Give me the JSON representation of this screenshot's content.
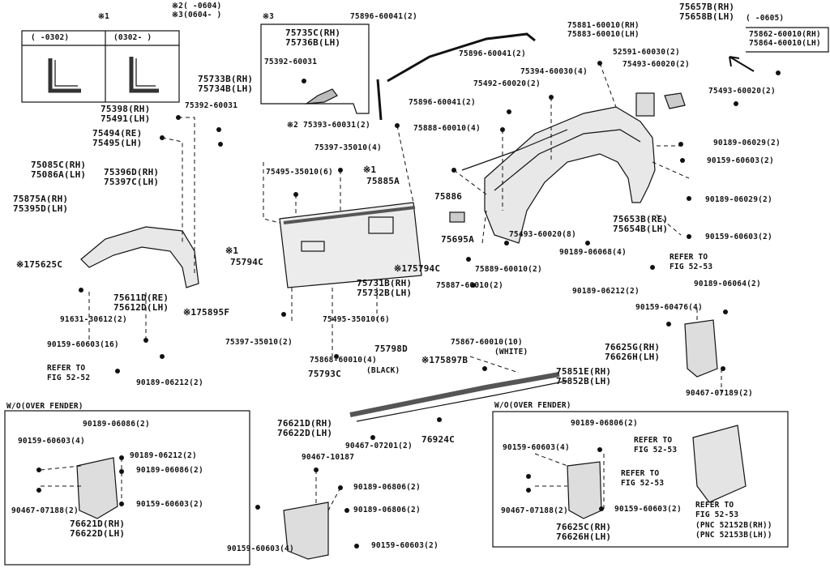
{
  "diagram": {
    "labels": {
      "n1_top": "※1",
      "range_0302a": "(    -0302)",
      "range_0302b": "(0302-    )",
      "n2_top": "※2(    -0604)",
      "n3_top": "※3(0604-    )",
      "n3_box": "※3",
      "p75735": "75735C(RH)",
      "p75736": "75736B(LH)",
      "p75392_box": "75392-60031",
      "p75896_1": "75896-60041(2)",
      "p75896_2": "75896-60041(2)",
      "p75896_3": "75896-60041(2)",
      "p75881": "75881-60010(RH)",
      "p75883": "75883-60010(LH)",
      "p75657": "75657B(RH)",
      "p75658": "75658B(LH)",
      "range_0605": "(    -0605)",
      "p75862": "75862-60010(RH)",
      "p75864": "75864-60010(LH)",
      "p52591": "52591-60030(2)",
      "p75493a": "75493-60020(2)",
      "p75493b": "75493-60020(2)",
      "p75394": "75394-60030(4)",
      "p75492": "75492-60020(2)",
      "p75733": "75733B(RH)",
      "p75734": "75734B(LH)",
      "p75392b": "75392-60031",
      "p75398": "75398(RH)",
      "p75491": "75491(LH)",
      "p75494": "75494(RE)",
      "p75495": "75495(LH)",
      "p75393": "※2 75393-60031(2)",
      "p75888": "75888-60010(4)",
      "p75397a": "75397-35010(4)",
      "p75085c": "75085C(RH)",
      "p75086a": "75086A(LH)",
      "p75396": "75396D(RH)",
      "p75397c": "75397C(LH)",
      "p75495b": "75495-35010(6)",
      "n1_mid": "※1",
      "p75885": "75885A",
      "p75875": "75875A(RH)",
      "p75395": "75395D(LH)",
      "p75886": "75886",
      "p90189a": "90189-06029(2)",
      "p90159a": "90159-60603(2)",
      "p90189b": "90189-06029(2)",
      "p90159b": "90159-60603(2)",
      "p75653": "75653B(RE)",
      "p75654": "75654B(LH)",
      "p75695": "75695A",
      "p75493c": "75493-60020(8)",
      "n1_left": "※1",
      "p75794": "75794C",
      "p175625": "※175625C",
      "p175794": "※175794C",
      "p75889": "75889-60010(2)",
      "p90189c": "90189-06068(4)",
      "refer1": "REFER TO",
      "fig1": "FIG 52-53",
      "p75887": "75887-60010(2)",
      "p75731": "75731B(RH)",
      "p75732": "75732B(LH)",
      "p75611": "75611D(RE)",
      "p75612": "75612D(LH)",
      "p90189d": "90189-06212(2)",
      "p90189e": "90189-06064(2)",
      "p91631": "91631-30612(2)",
      "p175895": "※175895F",
      "p90159c": "90159-60476(4)",
      "p75495c": "75495-35010(6)",
      "p75397b": "75397-35010(2)",
      "p90159d": "90159-60603(16)",
      "p75798": "75798D",
      "p75867": "75867-60010(10)",
      "white": "(WHITE)",
      "p76625": "76625G(RH)",
      "p76626": "76626H(LH)",
      "refer2": "REFER TO",
      "fig2": "FIG 52-52",
      "p75868": "75868-60010(4)",
      "black": "(BLACK)",
      "p175897": "※175897B",
      "p75851": "75851E(RH)",
      "p75852": "75852B(LH)",
      "p90189f": "90189-06212(2)",
      "p75793": "75793C",
      "p90467a": "90467-07189(2)",
      "wo_left": "W/O(OVER FENDER)",
      "wo_right": "W/O(OVER FENDER)",
      "l90189a": "90189-06086(2)",
      "l90159a": "90159-60603(4)",
      "l90189b": "90189-06212(2)",
      "l90189c": "90189-06086(2)",
      "l90159b": "90159-60603(2)",
      "l90467": "90467-07188(2)",
      "l76621": "76621D(RH)",
      "l76622": "76622D(LH)",
      "m76621": "76621D(RH)",
      "m76622": "76622D(LH)",
      "m90467": "90467-10187",
      "m90467b": "90467-07201(2)",
      "m76924": "76924C",
      "m90189a": "90189-06806(2)",
      "m90189b": "90189-06806(2)",
      "m90159a": "90159-60603(4)",
      "m90159b": "90159-60603(2)",
      "r90189": "90189-06806(2)",
      "r90159a": "90159-60603(4)",
      "r_refer1": "REFER TO",
      "r_fig1": "FIG 52-53",
      "r_refer2": "REFER TO",
      "r_fig2": "FIG 52-53",
      "r90467": "90467-07188(2)",
      "r90159b": "90159-60603(2)",
      "r76625": "76625C(RH)",
      "r76626": "76626H(LH)",
      "r_refer3": "REFER TO",
      "r_fig3": "FIG 52-53",
      "r_pnc1": "(PNC 52152B(RH))",
      "r_pnc2": "(PNC 52153B(LH))"
    }
  }
}
